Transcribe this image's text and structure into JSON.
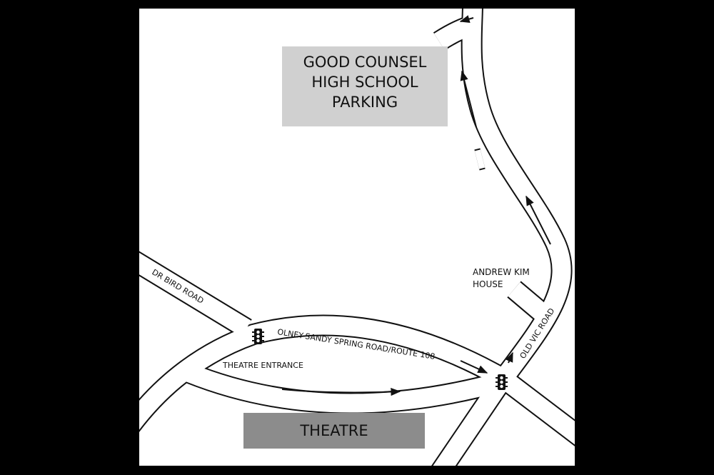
{
  "map": {
    "background_color": "#000000",
    "map_color": "#ffffff",
    "landmarks": {
      "parking": {
        "lines": [
          "GOOD COUNSEL",
          "HIGH SCHOOL",
          "PARKING"
        ],
        "color": "#d0d0d0"
      },
      "theatre": {
        "label": "THEATRE",
        "color": "#8c8c8c"
      },
      "andrew_kim_house": {
        "lines": [
          "ANDREW KIM",
          "HOUSE"
        ]
      }
    },
    "roads": {
      "dr_bird": "DR BIRD ROAD",
      "olney_sandy_spring": "OLNEY-SANDY SPRING ROAD/ROUTE 108",
      "old_vic": "OLD VIC ROAD",
      "theatre_entrance": "THEATRE ENTRANCE"
    },
    "icons": [
      "traffic-light-icon",
      "traffic-light-icon",
      "direction-arrow-icon"
    ]
  }
}
